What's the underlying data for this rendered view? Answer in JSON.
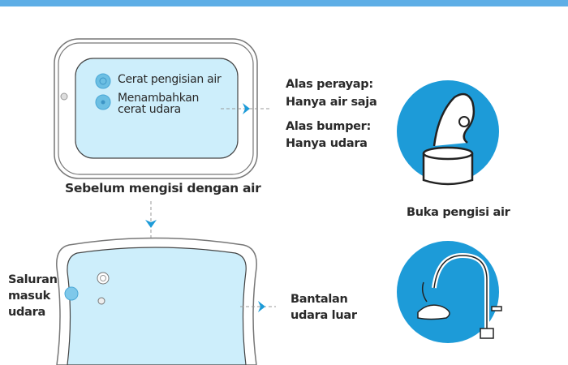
{
  "header_bar_color": "#5eaee6",
  "accent_color": "#1d9bd8",
  "mat_fill_color": "#cdeefb",
  "top_diagram": {
    "spout_water": "Cerat pengisian air",
    "spout_air_line1": "Menambahkan",
    "spout_air_line2": "cerat udara",
    "caption": "Sebelum mengisi dengan air",
    "note1_title": "Alas perayap:",
    "note1_text": "Hanya air saja",
    "note2_title": "Alas bumper:",
    "note2_text": "Hanya udara"
  },
  "bottom_diagram": {
    "air_inlet_line1": "Saluran",
    "air_inlet_line2": "masuk",
    "air_inlet_line3": "udara",
    "outer_cushion_line1": "Bantalan",
    "outer_cushion_line2": "udara luar"
  },
  "steps": [
    {
      "icon": "open-filler-icon",
      "label": "Buka pengisi air"
    },
    {
      "icon": "faucet-icon",
      "label": ""
    }
  ]
}
